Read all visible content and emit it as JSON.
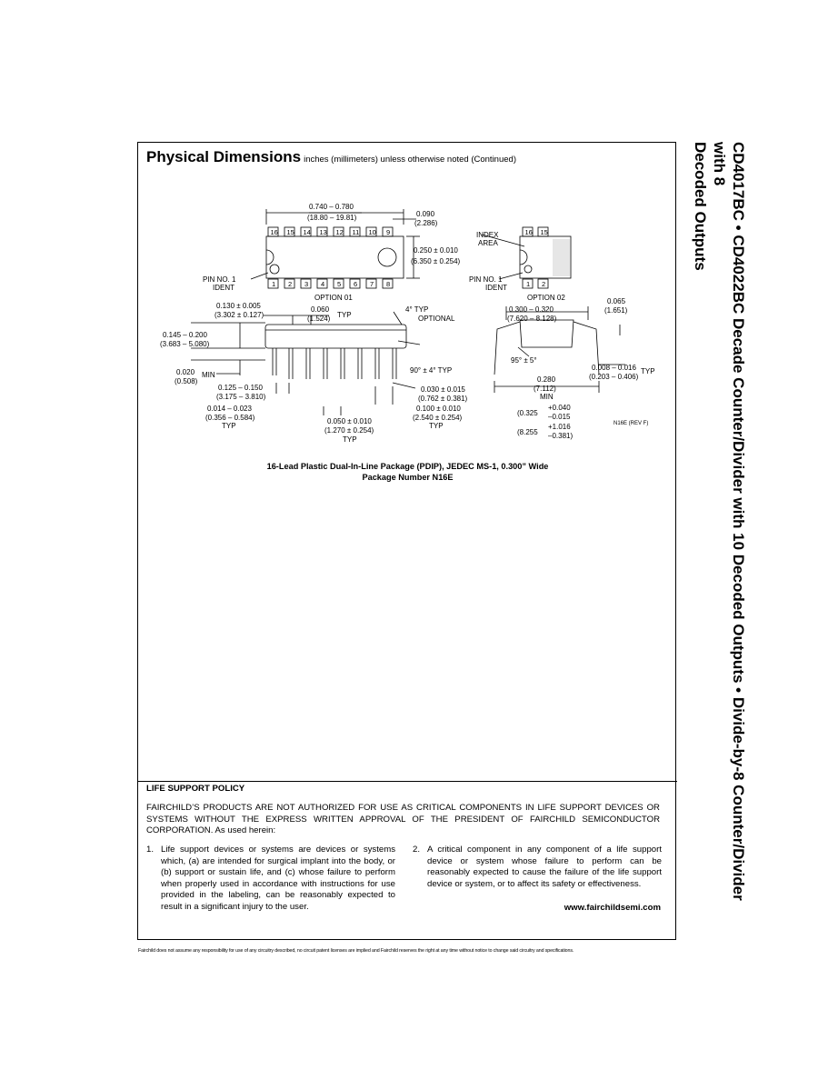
{
  "heading": {
    "title": "Physical Dimensions",
    "subtitle": "inches (millimeters) unless otherwise noted (Continued)"
  },
  "drawing": {
    "dim_length_in": "0.740 – 0.780",
    "dim_length_mm": "(18.80 – 19.81)",
    "dim_end_in": "0.090",
    "dim_end_mm": "(2.286)",
    "dim_width_in": "0.250 ± 0.010",
    "dim_width_mm": "(6.350 ± 0.254)",
    "pin_top": [
      "16",
      "15",
      "14",
      "13",
      "12",
      "11",
      "10",
      "9"
    ],
    "pin_bottom": [
      "1",
      "2",
      "3",
      "4",
      "5",
      "6",
      "7",
      "8"
    ],
    "pin_ident_1": "PIN NO. 1",
    "pin_ident_2": "IDENT",
    "option_01": "OPTION 01",
    "option_02": "OPTION 02",
    "index_area_1": "INDEX",
    "index_area_2": "AREA",
    "opt2_pins_top": [
      "16",
      "15"
    ],
    "opt2_pins_bottom": [
      "1",
      "2"
    ],
    "dim_notch_in": "0.130 ± 0.005",
    "dim_notch_mm": "(3.302 ± 0.127)",
    "dim_060_in": "0.060",
    "dim_060_mm": "(1.524)",
    "typ": "TYP",
    "four_deg": "4° TYP",
    "optional": "OPTIONAL",
    "dim_height_in": "0.145 – 0.200",
    "dim_height_mm": "(3.683 – 5.080)",
    "dim_020_in": "0.020",
    "dim_020_mm": "(0.508)",
    "min": "MIN",
    "dim_125_in": "0.125 – 0.150",
    "dim_125_mm": "(3.175 – 3.810)",
    "ninety_deg": "90° ± 4° TYP",
    "dim_030_in": "0.030 ± 0.015",
    "dim_030_mm": "(0.762 ± 0.381)",
    "dim_014_in": "0.014 – 0.023",
    "dim_014_mm": "(0.356 – 0.584)",
    "dim_100_in": "0.100 ± 0.010",
    "dim_100_mm": "(2.540 ± 0.254)",
    "dim_050_in": "0.050 ± 0.010",
    "dim_050_mm": "(1.270 ± 0.254)",
    "dim_300_in": "0.300 – 0.320",
    "dim_300_mm": "(7.620 – 8.128)",
    "dim_065_in": "0.065",
    "dim_065_mm": "(1.651)",
    "ninety_five": "95° ± 5°",
    "dim_008_in": "0.008 – 0.016",
    "dim_008_mm": "(0.203 – 0.406)",
    "dim_280_in": "0.280",
    "dim_280_mm": "(7.112)",
    "dim_325_base": "(0.325",
    "dim_325_plus": "+0.040",
    "dim_325_minus": "–0.015",
    "dim_8255_base": "(8.255",
    "dim_8255_plus": "+1.016",
    "dim_8255_minus": "–0.381)",
    "rev": "N16E (REV F)"
  },
  "caption": {
    "line1": "16-Lead Plastic Dual-In-Line Package (PDIP), JEDEC MS-1, 0.300” Wide",
    "line2": "Package Number N16E"
  },
  "life_support": {
    "title": "LIFE SUPPORT POLICY",
    "paragraph": "FAIRCHILD’S PRODUCTS ARE NOT AUTHORIZED FOR USE AS CRITICAL COMPONENTS IN LIFE SUPPORT DEVICES OR SYSTEMS WITHOUT THE EXPRESS WRITTEN APPROVAL OF THE PRESIDENT OF FAIRCHILD SEMICONDUCTOR CORPORATION. As used herein:",
    "item1_num": "1.",
    "item1_text": "Life support devices or systems are devices or systems which, (a) are intended for surgical implant into the body, or (b) support or sustain life, and (c) whose failure to perform when properly used in accordance with instructions for use provided in the labeling, can be reasonably expected to result in a significant injury to the user.",
    "item2_num": "2.",
    "item2_text": "A critical component in any component of a life support device or system whose failure to perform can be reasonably expected to cause the failure of the life support device or system, or to affect its safety or effectiveness.",
    "url": "www.fairchildsemi.com"
  },
  "footer": {
    "disclaimer": "Fairchild does not assume any responsibility for use of any circuitry described, no circuit patent licenses are implied and Fairchild reserves the right at any time without notice to change said circuitry and specifications."
  },
  "side_title": {
    "line1": "CD4017BC • CD4022BC Decade Counter/Divider with 10 Decoded Outputs • Divide-by-8 Counter/Divider with 8",
    "line2": "Decoded Outputs"
  }
}
